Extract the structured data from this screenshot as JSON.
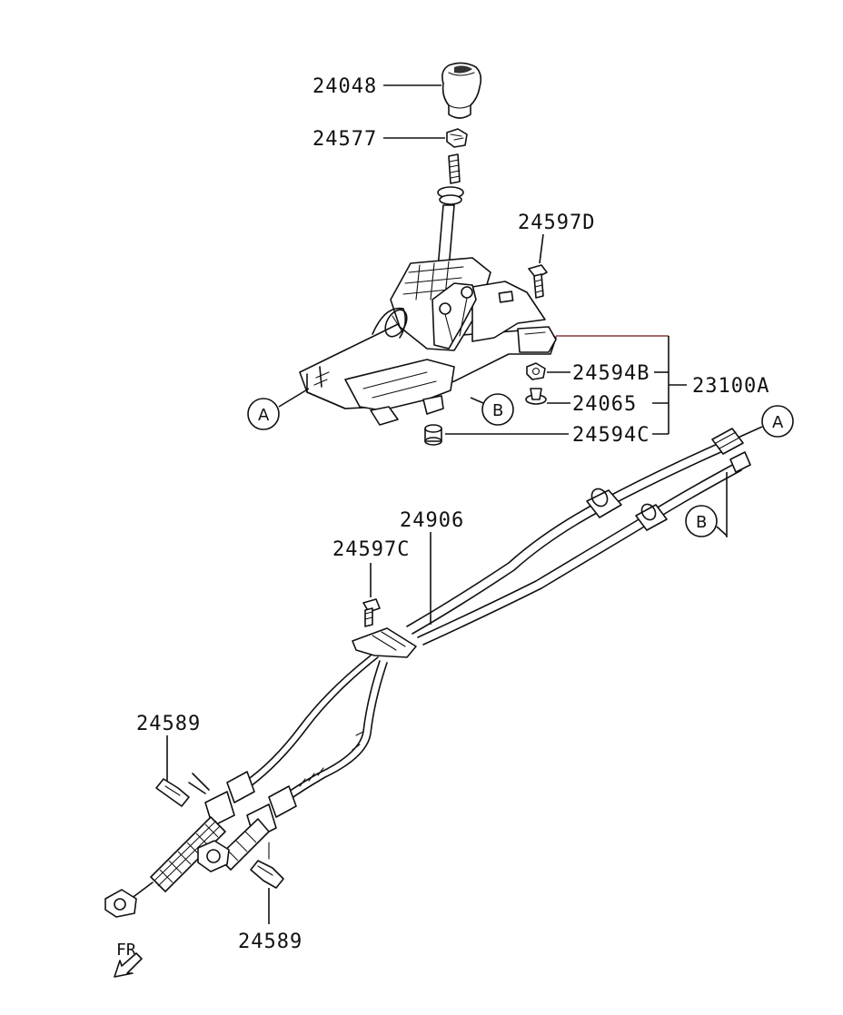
{
  "diagram": {
    "parts": {
      "shift_knob": "24048",
      "knob_nut": "24577",
      "bolt_top": "24597D",
      "nut_b": "24594B",
      "clip": "24065",
      "bushing_c": "24594C",
      "assembly": "23100A",
      "cable_assembly": "24906",
      "bolt_c": "24597C",
      "clip_upper": "24589",
      "clip_lower": "24589"
    },
    "callouts": {
      "a_left": "A",
      "b_left": "B",
      "a_right": "A",
      "b_right": "B"
    },
    "direction_label": "FR"
  }
}
